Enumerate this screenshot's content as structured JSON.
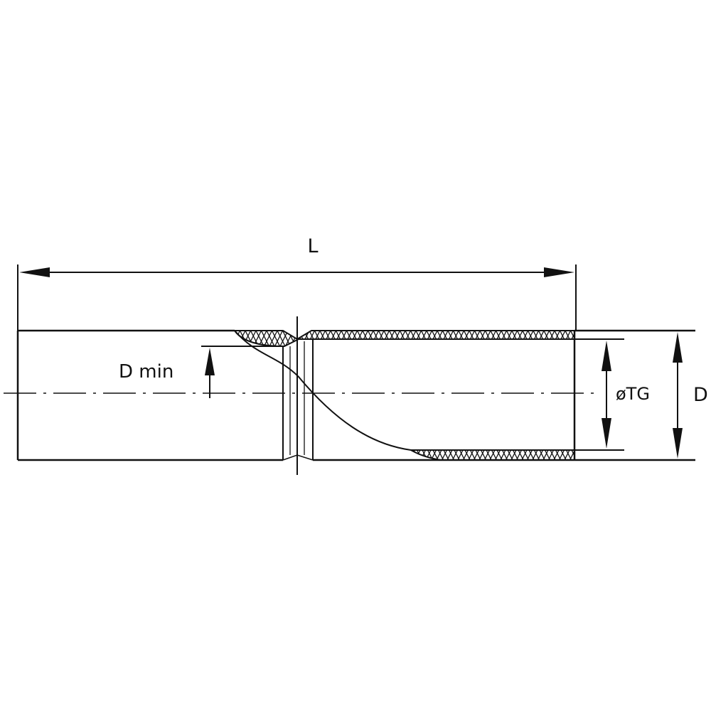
{
  "labels": {
    "length": "L",
    "min_diameter": "D min",
    "inner_diameter": "øTG",
    "outer_diameter": "D"
  },
  "colors": {
    "line": "#111111",
    "background": "#ffffff"
  }
}
